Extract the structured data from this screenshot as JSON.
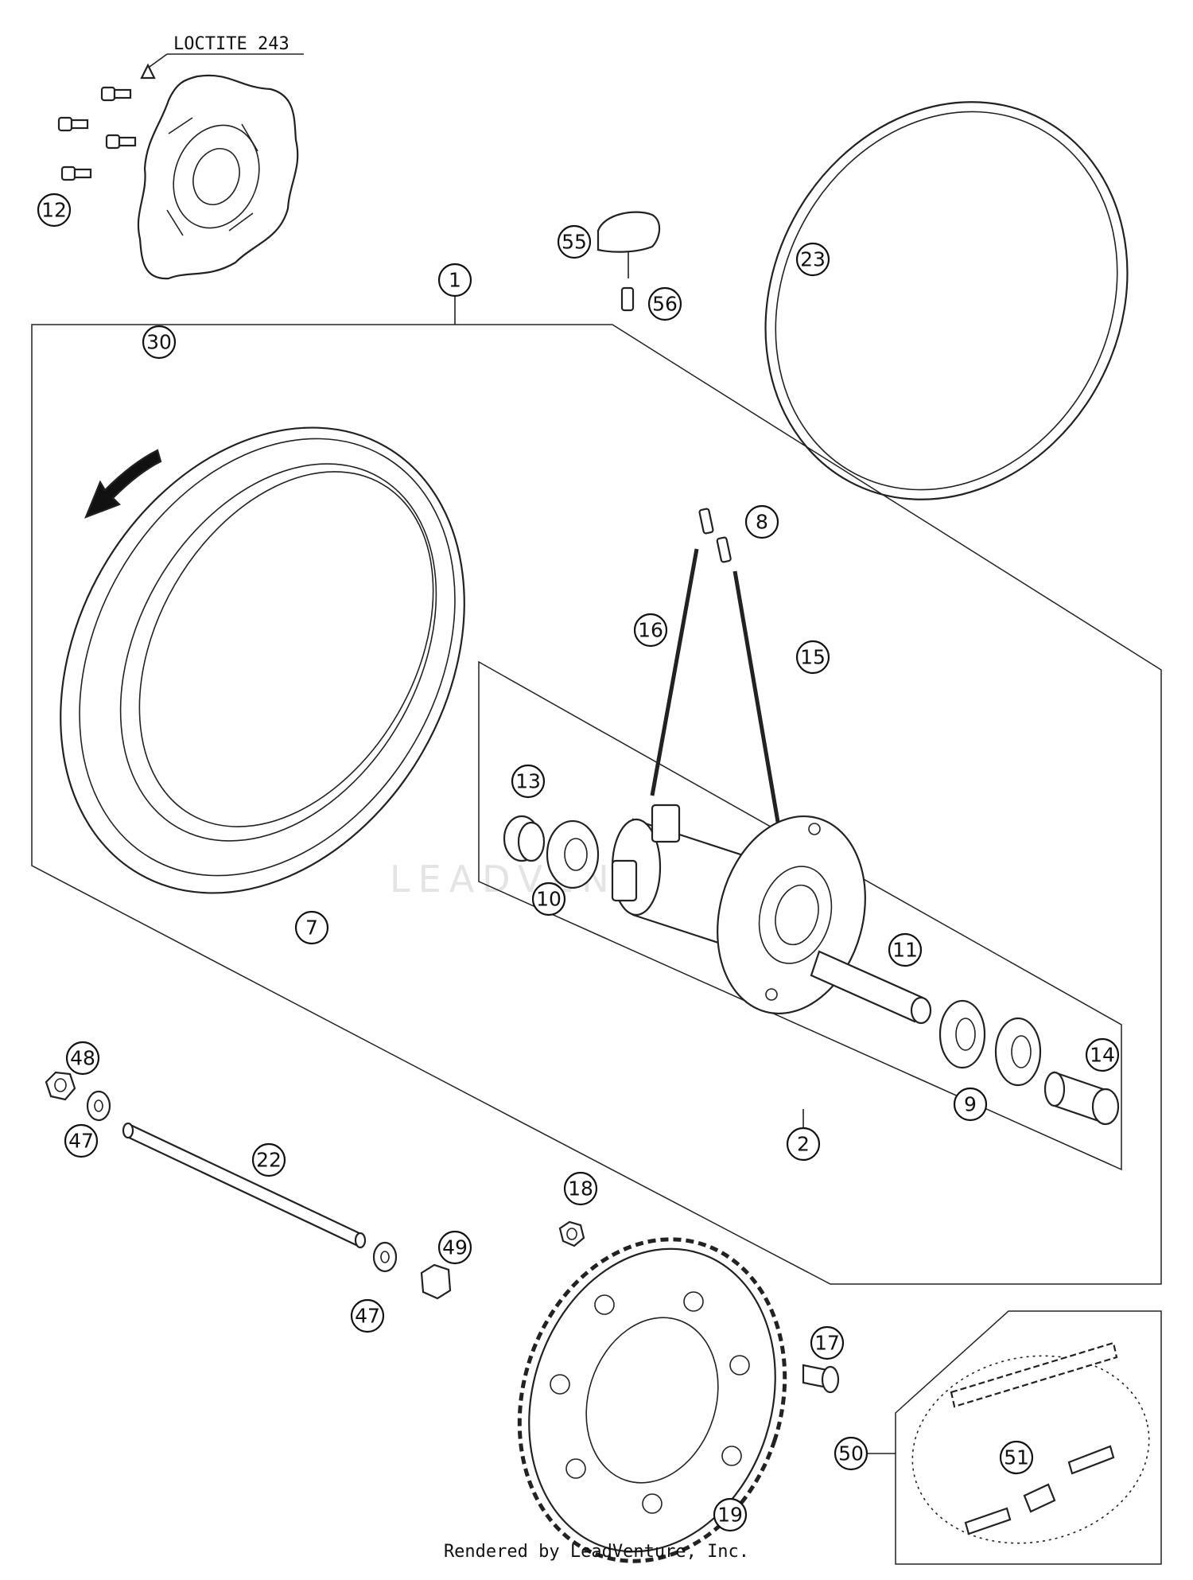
{
  "annotation": {
    "loctite": "LOCTITE 243"
  },
  "footer": "Rendered by LeadVenture, Inc.",
  "watermark": "LEADVENTURE",
  "callouts": [
    {
      "id": "c-1",
      "label": "1"
    },
    {
      "id": "c-2",
      "label": "2"
    },
    {
      "id": "c-7",
      "label": "7"
    },
    {
      "id": "c-8",
      "label": "8"
    },
    {
      "id": "c-9",
      "label": "9"
    },
    {
      "id": "c-10",
      "label": "10"
    },
    {
      "id": "c-11",
      "label": "11"
    },
    {
      "id": "c-12",
      "label": "12"
    },
    {
      "id": "c-13",
      "label": "13"
    },
    {
      "id": "c-14",
      "label": "14"
    },
    {
      "id": "c-15",
      "label": "15"
    },
    {
      "id": "c-16",
      "label": "16"
    },
    {
      "id": "c-17",
      "label": "17"
    },
    {
      "id": "c-18",
      "label": "18"
    },
    {
      "id": "c-19",
      "label": "19"
    },
    {
      "id": "c-22",
      "label": "22"
    },
    {
      "id": "c-23",
      "label": "23"
    },
    {
      "id": "c-30",
      "label": "30"
    },
    {
      "id": "c-47a",
      "label": "47"
    },
    {
      "id": "c-47b",
      "label": "47"
    },
    {
      "id": "c-48",
      "label": "48"
    },
    {
      "id": "c-49",
      "label": "49"
    },
    {
      "id": "c-50",
      "label": "50"
    },
    {
      "id": "c-51",
      "label": "51"
    },
    {
      "id": "c-55",
      "label": "55"
    },
    {
      "id": "c-56",
      "label": "56"
    }
  ]
}
